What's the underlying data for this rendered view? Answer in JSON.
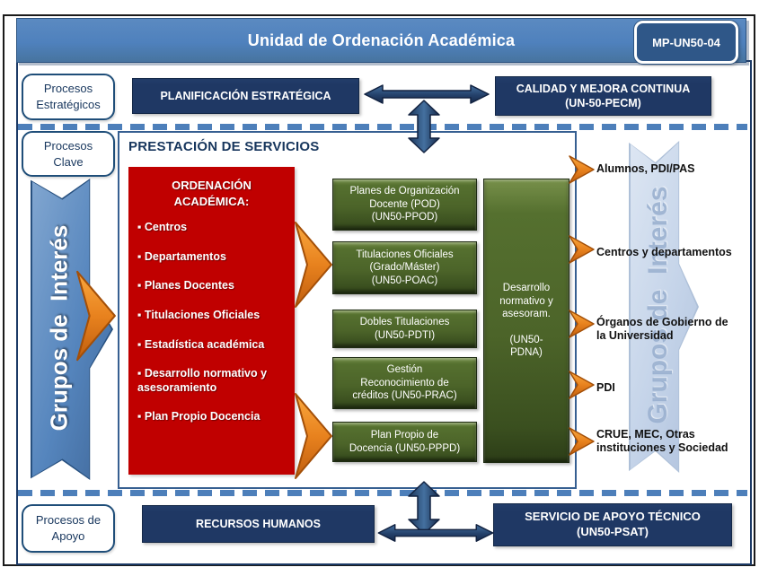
{
  "header": {
    "title": "Unidad de Ordenación Académica",
    "code": "MP-UN50-04"
  },
  "strategic": {
    "label": "Procesos\nEstratégicos",
    "planning_box": "PLANIFICACIÓN ESTRATÉGICA",
    "quality_box": "CALIDAD Y MEJORA CONTINUA\n(UN-50-PECM)"
  },
  "key": {
    "label": "Procesos\nClave",
    "section_title": "PRESTACIÓN DE SERVICIOS"
  },
  "banners": {
    "left": "Grupos de  Interés",
    "right": "Grupos de  Interés"
  },
  "red_box": {
    "title": "ORDENACIÓN\nACADÉMICA:",
    "items": [
      "Centros",
      "Departamentos",
      "Planes Docentes",
      "Titulaciones Oficiales",
      "Estadística académica",
      "Desarrollo normativo y asesoramiento",
      "Plan Propio Docencia"
    ]
  },
  "services": [
    "Planes de Organización\nDocente (POD)\n(UN50-PPOD)",
    "Titulaciones Oficiales\n(Grado/Máster)\n(UN50-POAC)",
    "Dobles Titulaciones\n(UN50-PDTI)",
    "Gestión\nReconocimiento de\ncréditos (UN50-PRAC)",
    "Plan Propio de\nDocencia (UN50-PPPD)"
  ],
  "side_service": "Desarrollo\nnormativo y\nasesoram.\n\n(UN50-\nPDNA)",
  "stakeholders": [
    "Alumnos, PDI/PAS",
    "Centros y departamentos",
    "Órganos de Gobierno de\nla Universidad",
    "PDI",
    "CRUE, MEC, Otras\ninstituciones y Sociedad"
  ],
  "support": {
    "label": "Procesos de\nApoyo",
    "hr_box": "RECURSOS HUMANOS",
    "tech_box": "SERVICIO DE APOYO TÉCNICO\n(UN50-PSAT)"
  },
  "colors": {
    "header_blue": "#4F81BD",
    "navy": "#1F3864",
    "red": "#C00000",
    "green": "#4C6429",
    "orange": "#E8821E",
    "banner_left": "#5585BD",
    "banner_right": "#C6D5EA",
    "dash": "#4D7FBA"
  }
}
